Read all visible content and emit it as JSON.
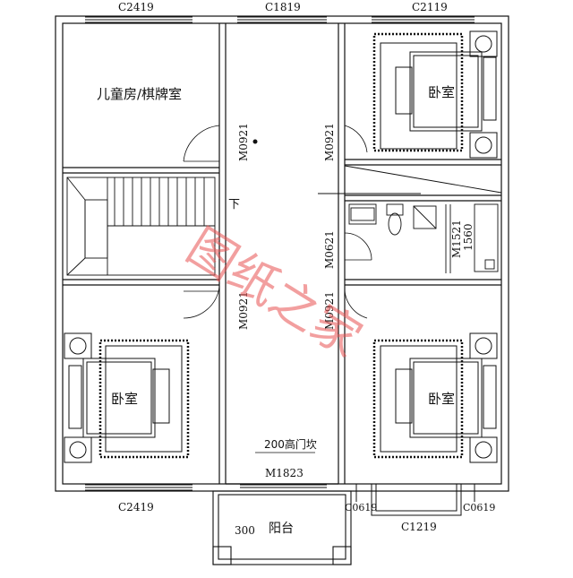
{
  "rooms": {
    "kids_room": "儿童房/棋牌室",
    "bedroom_tr": "卧室",
    "bedroom_bl": "卧室",
    "bedroom_br": "卧室",
    "balcony": "阳台"
  },
  "windows": {
    "top_left": "C2419",
    "top_mid": "C1819",
    "top_right": "C2119",
    "bottom_left": "C2419",
    "bottom_right_a": "C0619",
    "bottom_right_b": "C1219",
    "bottom_right_c": "C0619"
  },
  "doors": {
    "kids_door": "M0921",
    "tr_door": "M0921",
    "bath_door": "M0621",
    "bl_door": "M0921",
    "br_door": "M0921",
    "balcony_door": "M1823",
    "bath_sliding": "M1521"
  },
  "dims": {
    "bath_dim": "1560",
    "balcony_dim": "300"
  },
  "notes": {
    "stair_down": "下",
    "threshold": "200高门坎"
  },
  "watermark": "图纸之家",
  "colors": {
    "line": "#111111",
    "watermark": "#e85050"
  }
}
